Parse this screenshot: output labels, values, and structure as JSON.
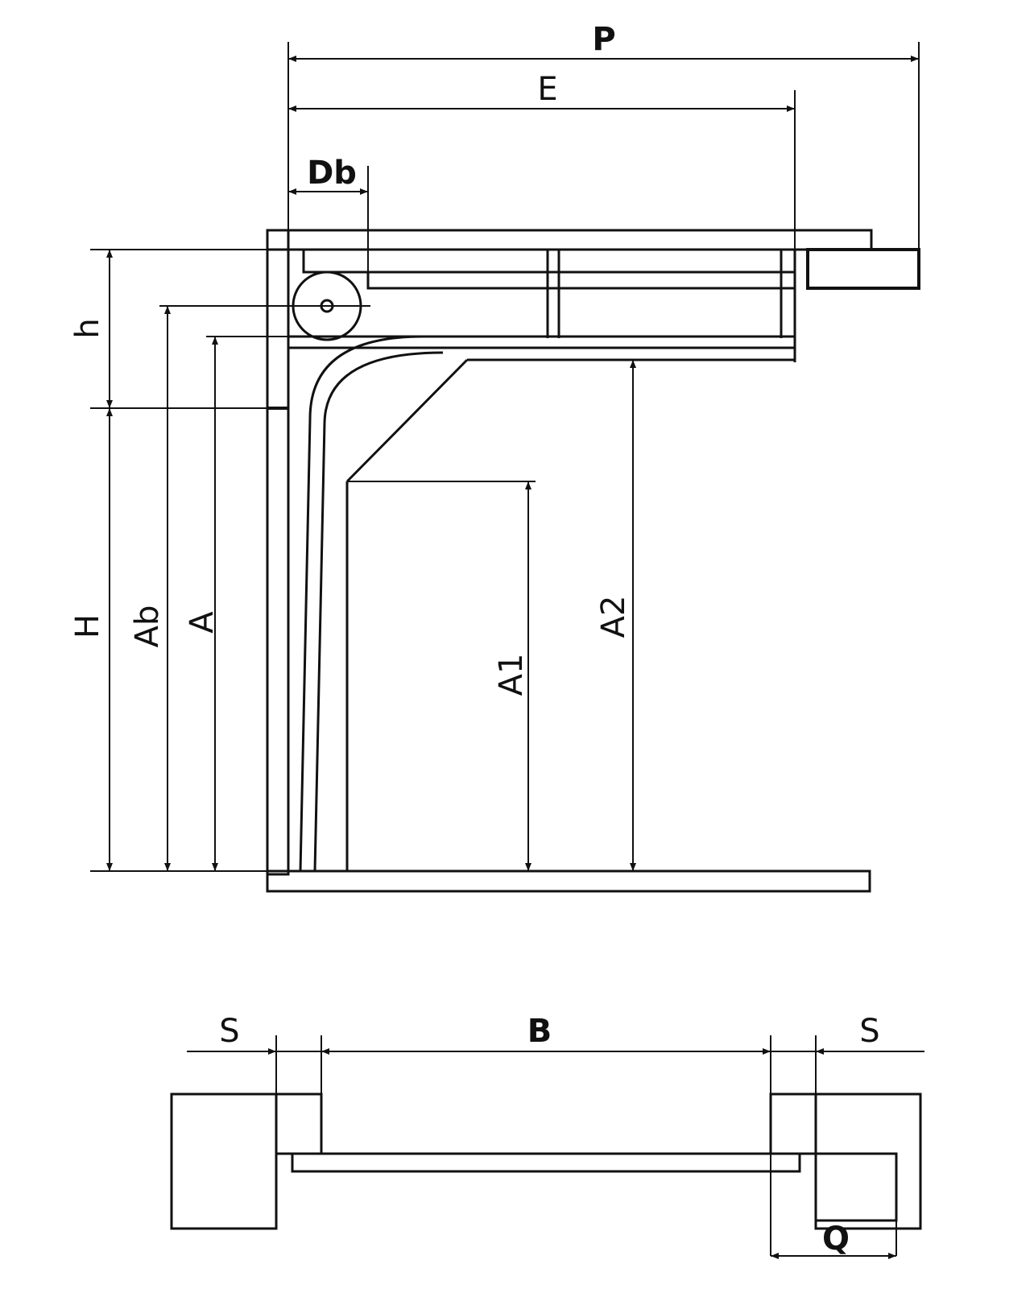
{
  "side_view": {
    "labels": {
      "P": "P",
      "E": "E",
      "Db": "Db",
      "h": "h",
      "H": "H",
      "Ab": "Ab",
      "A": "A",
      "A1": "A1",
      "A2": "A2"
    }
  },
  "plan_view": {
    "labels": {
      "S_left": "S",
      "B": "B",
      "S_right": "S",
      "Q": "Q"
    }
  }
}
